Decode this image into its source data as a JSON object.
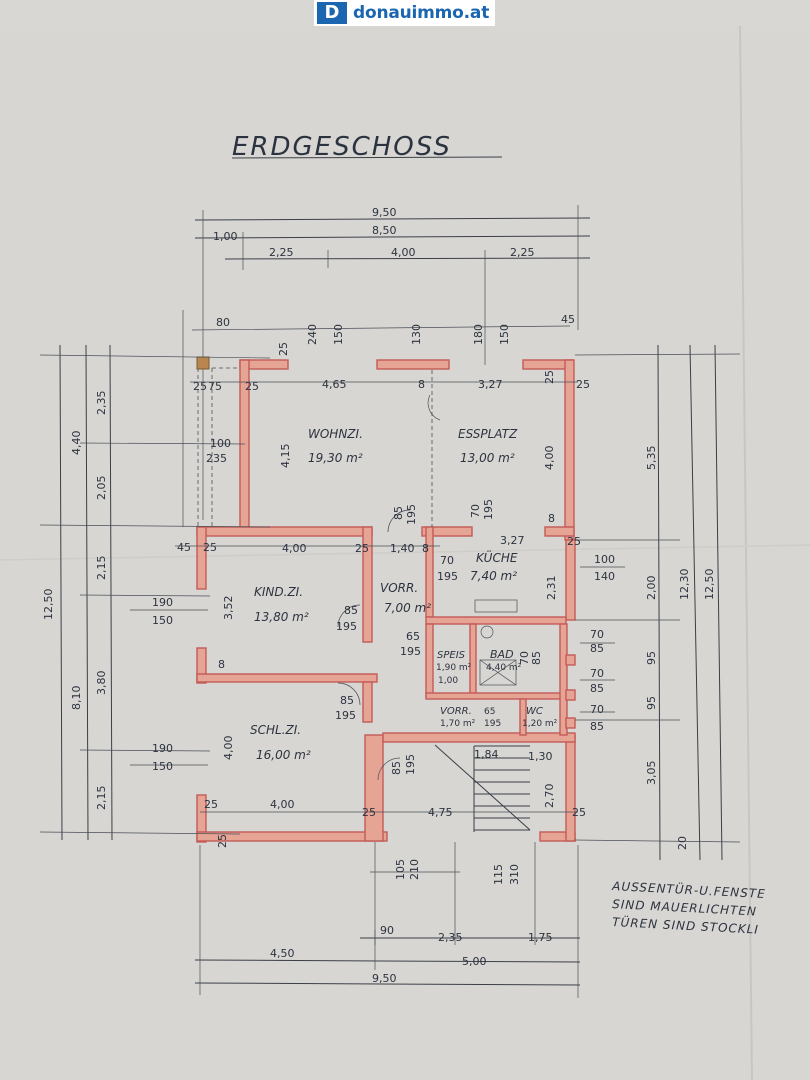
{
  "logo": {
    "mark": "D",
    "text": "donauimmo.at",
    "brand_color": "#1b66b1"
  },
  "plan": {
    "title": "ERDGESCHOSS",
    "rooms": {
      "wohnzimmer": {
        "name": "WOHNZI.",
        "area": "19,30 m²"
      },
      "essplatz": {
        "name": "ESSPLATZ",
        "area": "13,00 m²"
      },
      "kueche": {
        "name": "KÜCHE",
        "area": "7,40 m²"
      },
      "kinderzimmer": {
        "name": "KIND.ZI.",
        "area": "13,80 m²"
      },
      "vorraum": {
        "name": "VORR.",
        "area": "7,00 m²"
      },
      "speis": {
        "name": "SPEIS",
        "area": "1,90 m²"
      },
      "bad": {
        "name": "BAD",
        "area": "4,40 m²"
      },
      "schlafzimmer": {
        "name": "SCHL.ZI.",
        "area": "16,00 m²"
      },
      "vorraum2": {
        "name": "VORR.",
        "area": "1,70 m²"
      },
      "wc": {
        "name": "WC",
        "area": "1,20 m²"
      }
    },
    "dims": {
      "top_total": "9,50",
      "top_inner": "8,50",
      "top_left": "1,00",
      "top_seg1": "2,25",
      "top_seg2": "4,00",
      "top_seg3": "2,25",
      "win_80": "80",
      "win_240": "240",
      "win_150": "150",
      "win_130": "130",
      "win_180": "180",
      "win_45": "45",
      "wall_25a": "25",
      "wall_25b": "25",
      "wall_75": "75",
      "wall_25c": "25",
      "wohn_w": "4,65",
      "wall_8a": "8",
      "ess_w": "3,27",
      "wall_25d": "25",
      "wall_25e": "25",
      "wohn_h": "4,15",
      "ess_h": "4,00",
      "door_100": "100",
      "door_235": "235",
      "door_85": "85",
      "door_195": "195",
      "door_70": "70",
      "door_195b": "195",
      "wall_8b": "8",
      "kue_w": "3,27",
      "wall_45": "45",
      "wall_25f": "25",
      "kind_w": "4,00",
      "wall_25g": "25",
      "vor_w": "1,40",
      "wall_8c": "8",
      "wall_25h": "25",
      "kue_70": "70",
      "kue_195": "195",
      "kue_h": "2,31",
      "r_100": "100",
      "r_140": "140",
      "kind_h": "3,52",
      "win_190": "190",
      "win_150b": "150",
      "vd_85": "85",
      "vd_195": "195",
      "sp_65": "65",
      "sp_195": "195",
      "sp_100": "1,00",
      "bad_70": "70",
      "bad_85": "85",
      "wall_8d": "8",
      "r_70a": "70",
      "r_85a": "85",
      "r_70b": "70",
      "r_85b": "85",
      "r_70c": "70",
      "r_85c": "85",
      "sd_85": "85",
      "sd_195": "195",
      "v2_65": "65",
      "v2_195": "195",
      "schl_h": "4,00",
      "win_190b": "190",
      "win_150c": "150",
      "st_85": "85",
      "st_195": "195",
      "st_184": "1,84",
      "st_130": "1,30",
      "st_270": "2,70",
      "schl_w": "4,00",
      "wall_25i": "25",
      "st_w": "4,75",
      "wall_25j": "25",
      "wall_25k": "25",
      "wall_25l": "25",
      "b_105": "105",
      "b_210": "210",
      "b_115": "115",
      "b_310": "310",
      "bot_90": "90",
      "bot_235": "2,35",
      "bot_175": "1,75",
      "bot_450": "4,50",
      "bot_500": "5,00",
      "bot_total": "9,50",
      "left_total": "12,50",
      "left_440": "4,40",
      "left_810": "8,10",
      "left_235": "2,35",
      "left_205": "2,05",
      "left_215a": "2,15",
      "left_380": "3,80",
      "left_215b": "2,15",
      "right_535": "5,35",
      "right_200": "2,00",
      "right_95a": "95",
      "right_95b": "95",
      "right_305": "3,05",
      "right_20": "20",
      "right_1230": "12,30",
      "right_1250": "12,50"
    },
    "note": [
      "AUSSENTÜR-U.FENSTE",
      "SIND MAUERLICHTEN",
      "TÜREN SIND STOCKLI"
    ]
  }
}
